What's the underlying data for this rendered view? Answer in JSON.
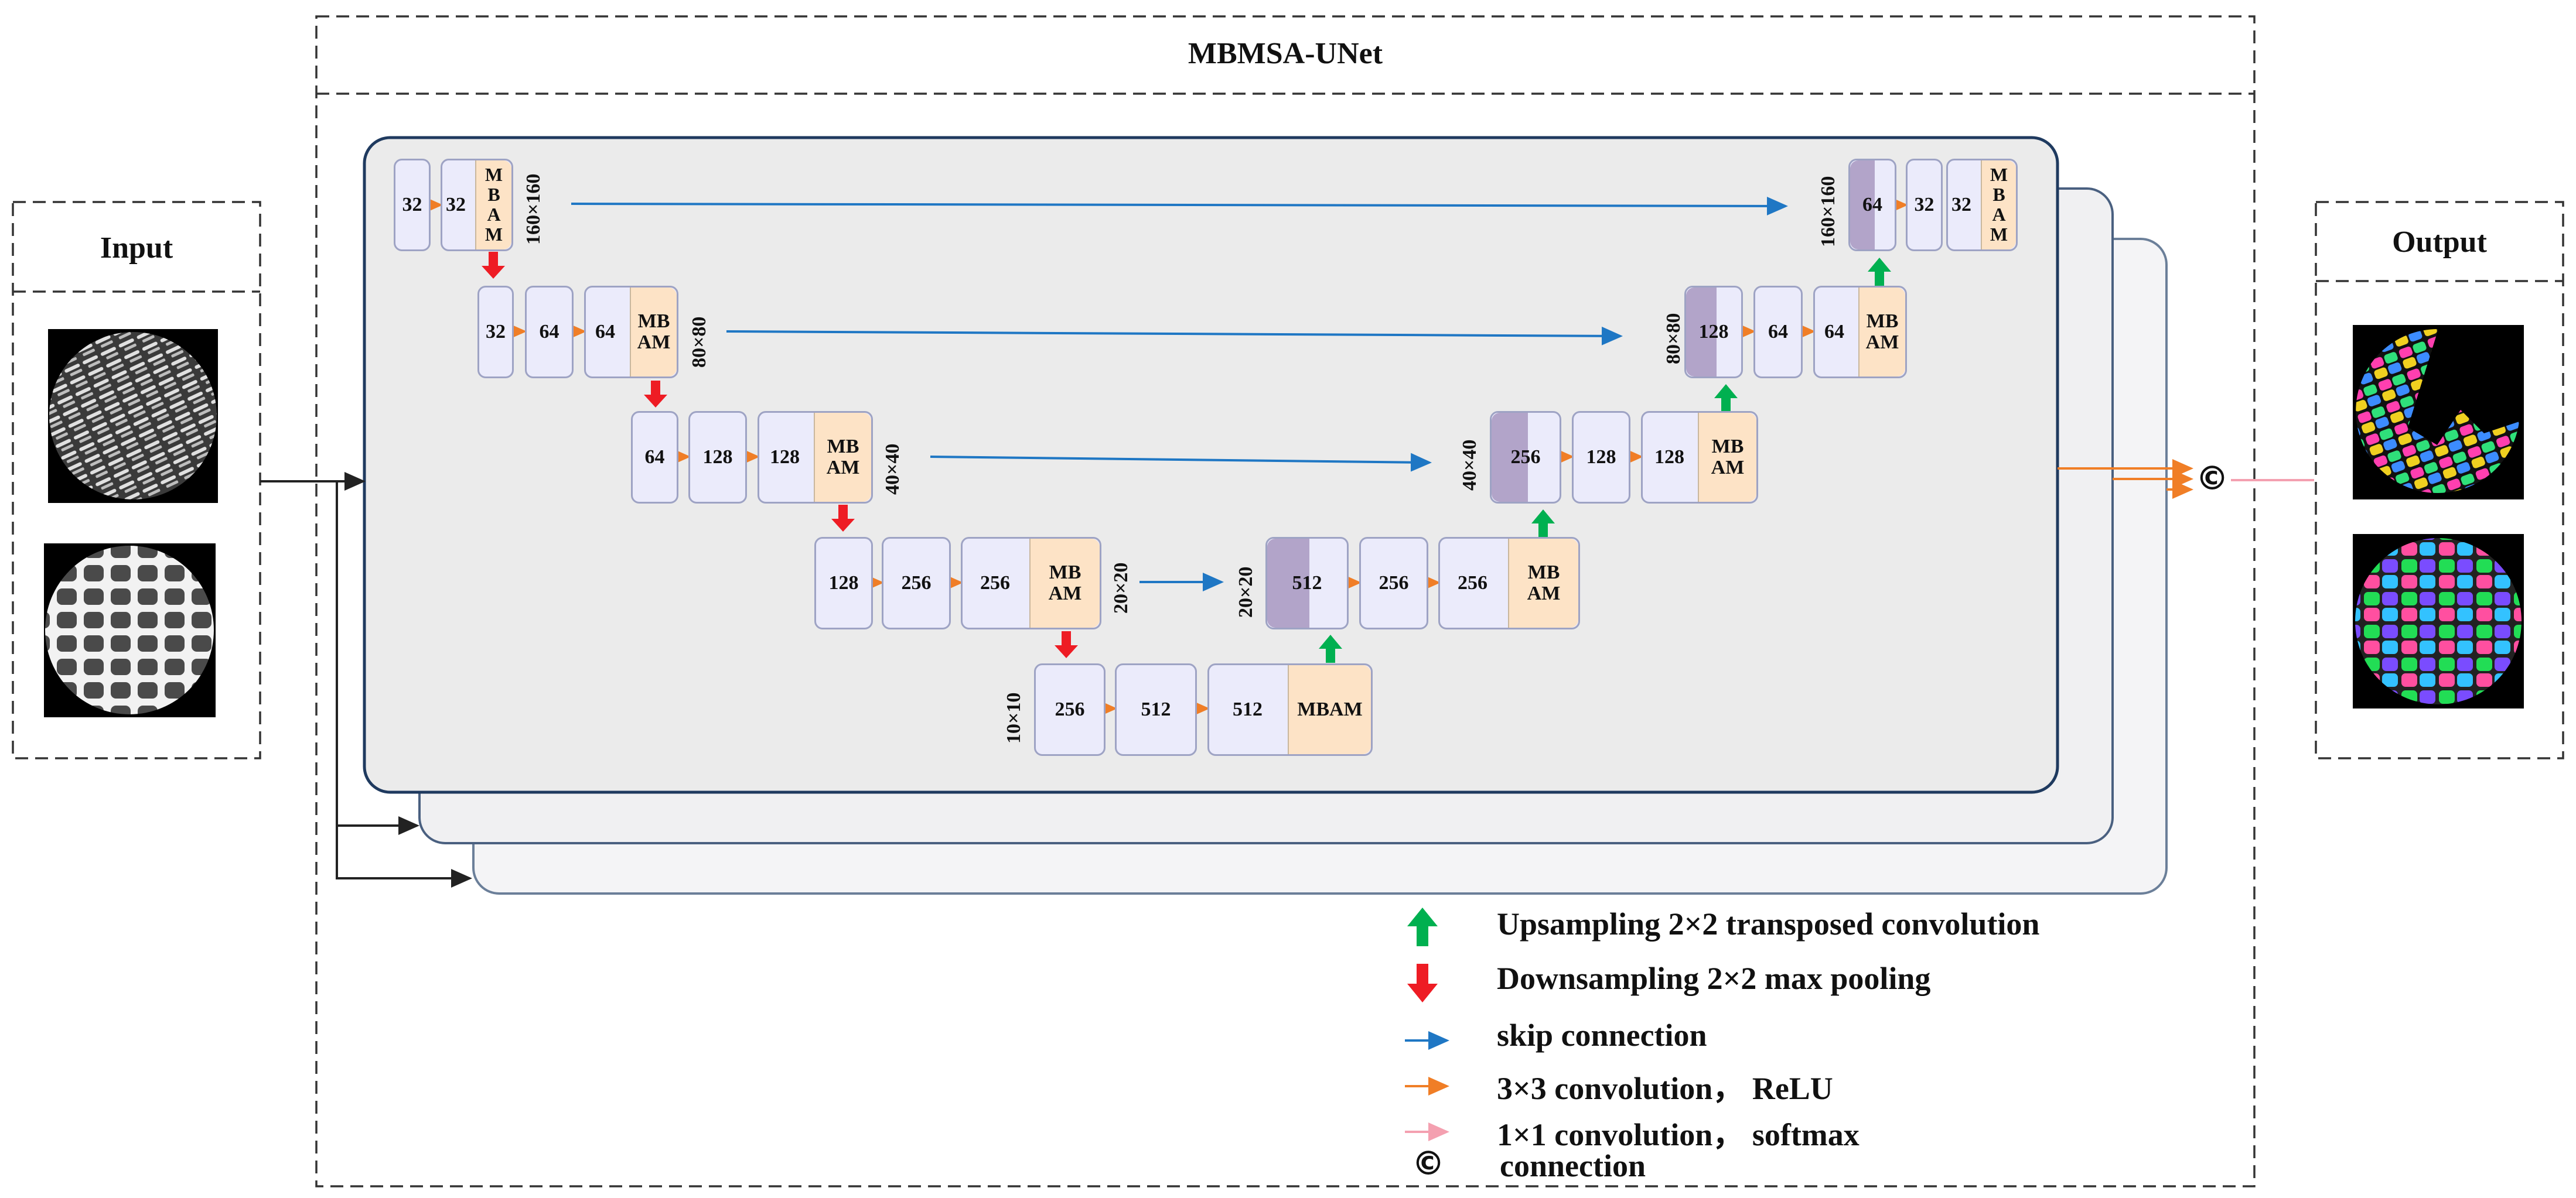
{
  "title": "MBMSA-UNet",
  "input_label": "Input",
  "output_label": "Output",
  "attention_label": "MBAM",
  "encoder": [
    {
      "conv1": "32",
      "conv2": "32",
      "dim": "160×160"
    },
    {
      "conv1": "32",
      "conv2": "64",
      "conv3": "64",
      "dim": "80×80"
    },
    {
      "conv1": "64",
      "conv2": "128",
      "conv3": "128",
      "dim": "40×40"
    },
    {
      "conv1": "128",
      "conv2": "256",
      "conv3": "256",
      "dim": "20×20"
    }
  ],
  "bottleneck": {
    "conv1": "256",
    "conv2": "512",
    "conv3": "512",
    "dim": "10×10"
  },
  "decoder": [
    {
      "up": "512",
      "conv2": "256",
      "conv3": "256",
      "dim": "20×20"
    },
    {
      "up": "256",
      "conv2": "128",
      "conv3": "128",
      "dim": "40×40"
    },
    {
      "up": "128",
      "conv2": "64",
      "conv3": "64",
      "dim": "80×80"
    },
    {
      "up": "64",
      "conv2": "32",
      "conv3": "32",
      "dim": "160×160"
    }
  ],
  "legend": {
    "upsampling": "Upsampling 2×2 transposed convolution",
    "downsampling": "Downsampling 2×2 max pooling",
    "skip": "skip connection",
    "conv3": "3×3 convolution， ReLU",
    "conv1": "1×1 convolution， softmax",
    "connection_symbol": "©",
    "connection": "connection"
  },
  "colors": {
    "skip": "#1f77c4",
    "conv": "#f07e26",
    "softmax": "#f4a0b0",
    "down": "#ee1c24",
    "up": "#00b050",
    "block": "#ebebfb",
    "attention": "#fde3c6",
    "upsample_part": "#b2a4c9",
    "panel": "#ebebeb",
    "panel_border": "#1f3a5f"
  }
}
